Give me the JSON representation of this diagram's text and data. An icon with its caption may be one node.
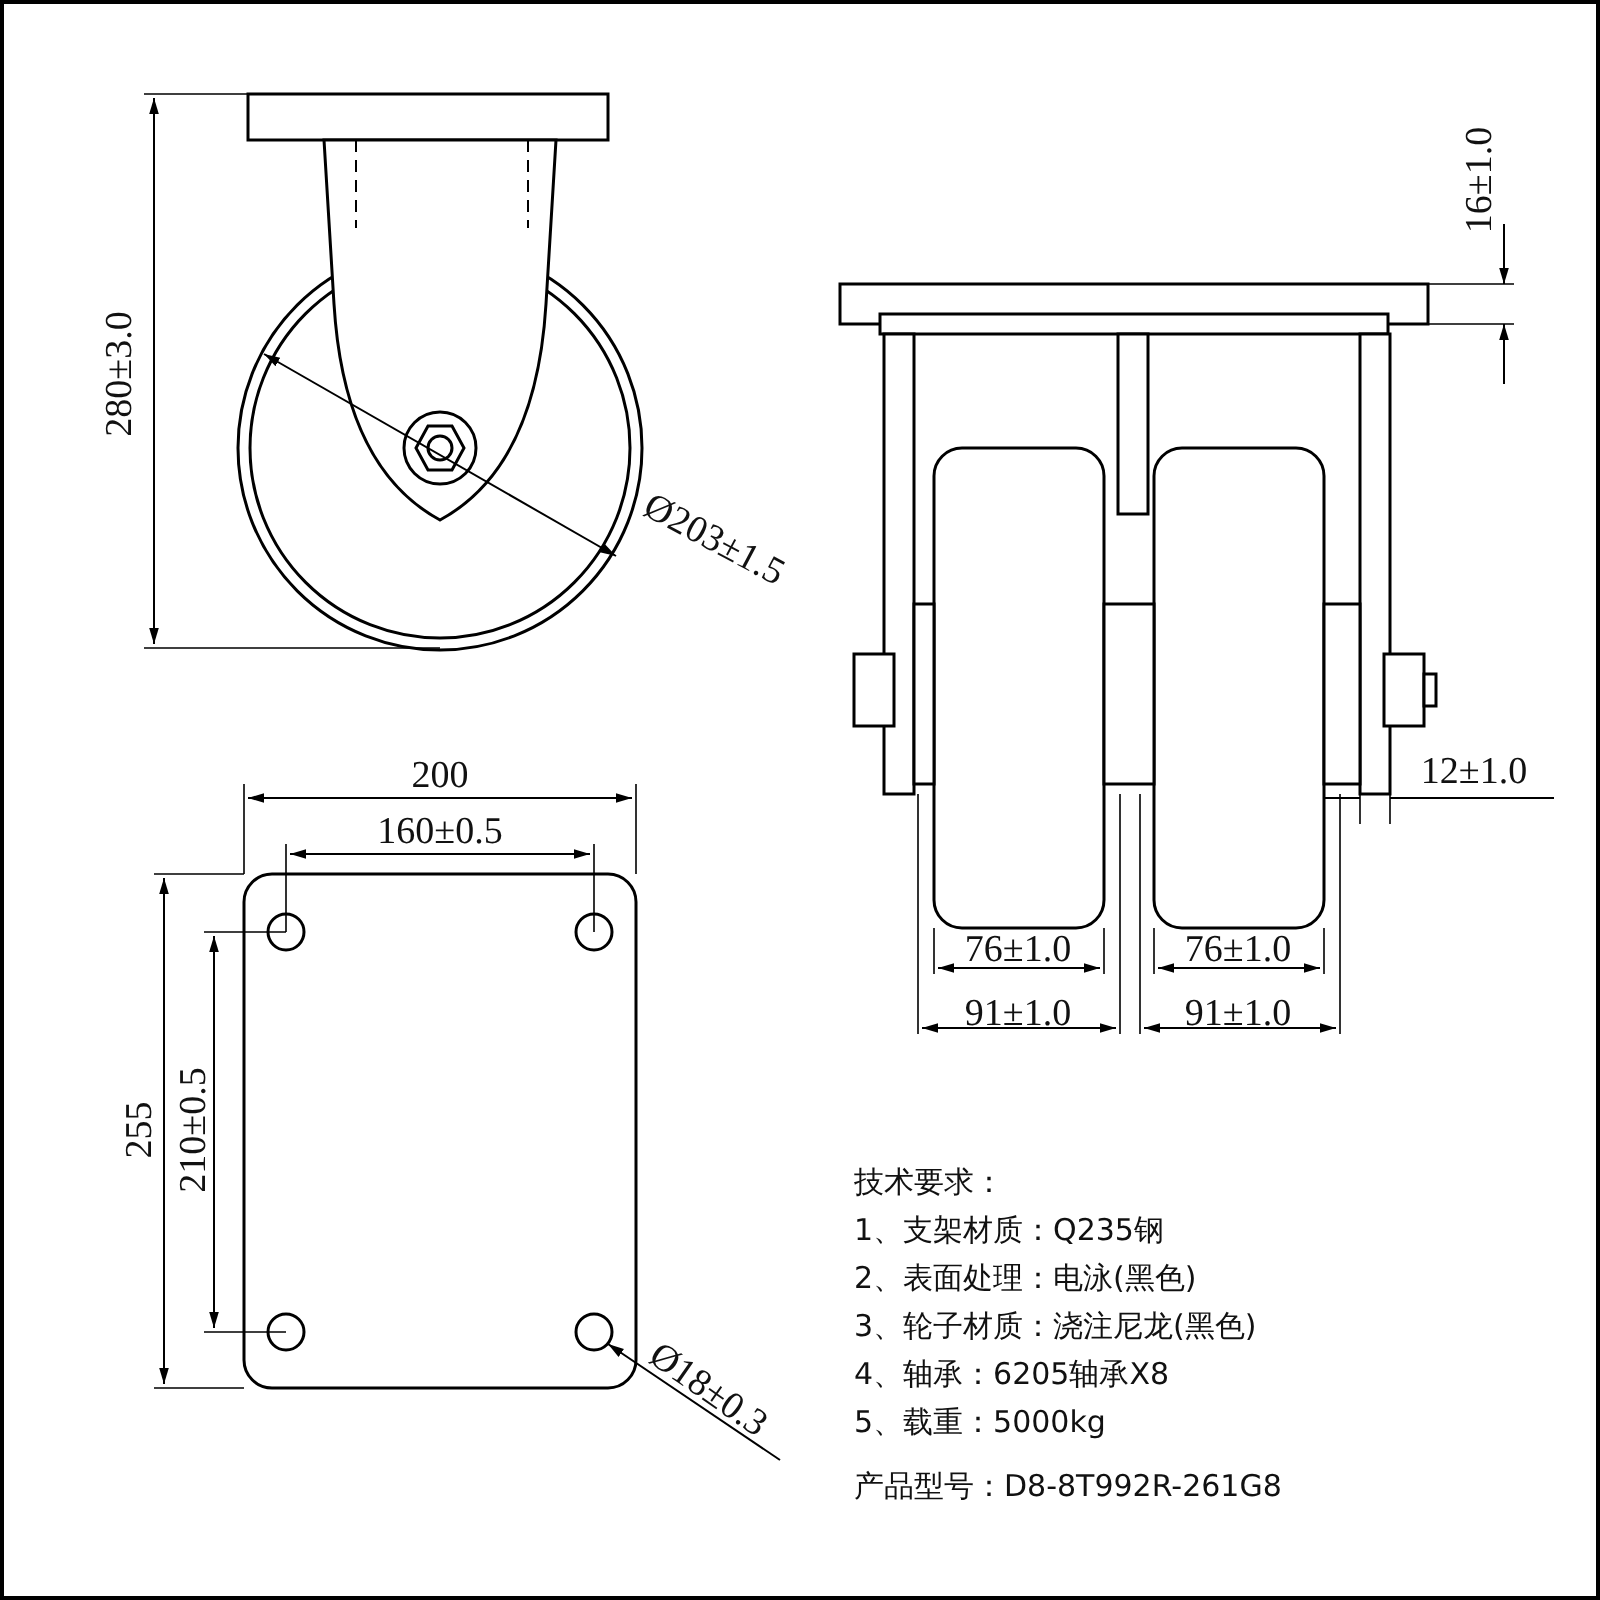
{
  "diagram": {
    "labels": [
      "16±1.0",
      "280±3.0",
      "Ø203±1.5",
      "12±1.0",
      "200",
      "160±0.5",
      "76±1.0",
      "76±1.0",
      "91±1.0",
      "91±1.0",
      "255",
      "210±0.5",
      "技术要求：",
      "1、支架材质：Q235钢",
      "2、表面处理：电泳(黑色)",
      "3、轮子材质：浇注尼龙(黑色)",
      "4、轴承：6205轴承X8",
      "5、载重：5000kg",
      "Ø18±0.3",
      "产品型号：D8-8T992R-261G8"
    ]
  }
}
